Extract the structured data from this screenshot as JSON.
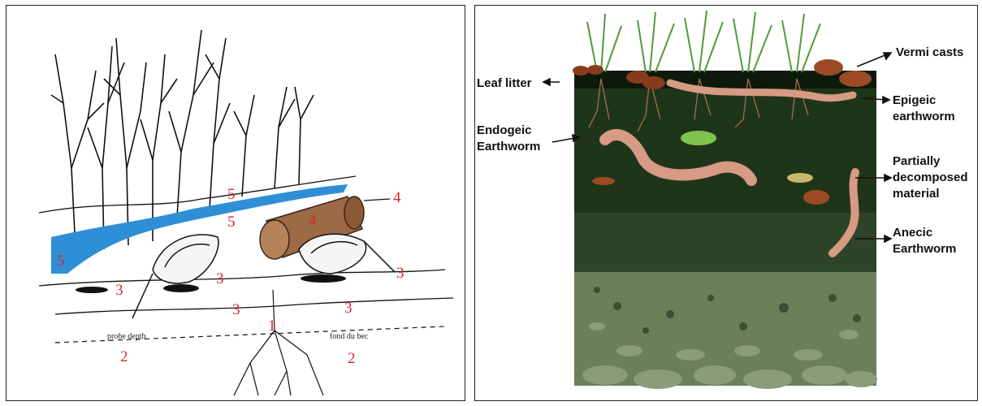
{
  "left_diagram": {
    "numbers": {
      "n5a": "5",
      "n5b": "5",
      "n5c": "5",
      "n4a": "4",
      "n4b": "4",
      "n3a": "3",
      "n3b": "3",
      "n3c": "3",
      "n3d": "3",
      "n3e": "3",
      "n1": "1",
      "n2a": "2",
      "n2b": "2"
    },
    "probe_depth_label": "probe depth",
    "fond_du_bec_label": "fond du bec",
    "colors": {
      "water": "#2e8fd6",
      "number": "#d9262b",
      "log": "#9c6a45"
    }
  },
  "right_diagram": {
    "labels": {
      "leaf_litter": "Leaf litter",
      "endogeic_1": "Endogeic",
      "endogeic_2": "Earthworm",
      "vermi_casts": "Vermi casts",
      "epigeic_1": "Epigeic",
      "epigeic_2": "earthworm",
      "partial_1": "Partially",
      "partial_2": "decomposed",
      "partial_3": "material",
      "anecic_1": "Anecic",
      "anecic_2": "Earthworm"
    },
    "colors": {
      "topsoil": "#1f3519",
      "middle": "#2d4426",
      "subsoil": "#6b7f58",
      "worm": "#d79a84",
      "grass": "#4f9a3a"
    }
  }
}
